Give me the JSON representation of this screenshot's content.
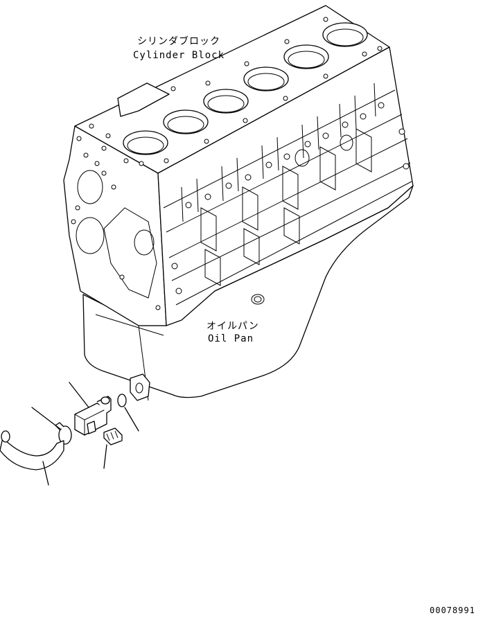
{
  "labels": {
    "cylinder_block_jp": "シリンダブロック",
    "cylinder_block_en": "Cylinder Block",
    "oil_pan_jp": "オイルパン",
    "oil_pan_en": "Oil Pan",
    "drawing_number": "00078991"
  }
}
